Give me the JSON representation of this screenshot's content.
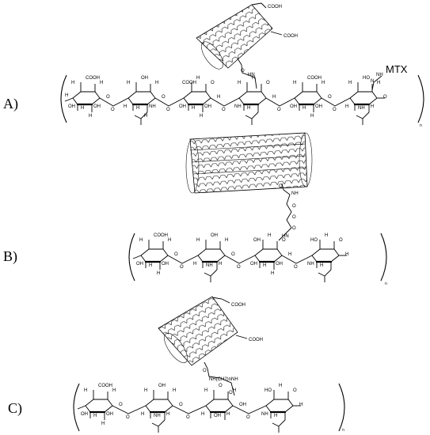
{
  "figure": {
    "panels": [
      {
        "letter": "A)",
        "tube": {
          "cooh_labels": [
            "COOH",
            "COOH"
          ]
        },
        "linker": [
          "O",
          "HN"
        ],
        "drug_label": "MTX",
        "drug_linker": [
          "NH",
          "N"
        ],
        "rings": [
          {
            "type": "GlcA",
            "labels": [
              "H",
              "COOH",
              "H",
              "O",
              "OH",
              "H",
              "OH",
              "H",
              "H"
            ]
          },
          {
            "type": "GlcNAc",
            "labels": [
              "H",
              "OH",
              "H",
              "O",
              "H",
              "H",
              "NH",
              "H"
            ]
          },
          {
            "type": "GlcA",
            "labels": [
              "COOH",
              "H",
              "O",
              "H",
              "OH",
              "H",
              "OH",
              "H"
            ]
          },
          {
            "type": "GlcNAc",
            "labels": [
              "H",
              "H",
              "O",
              "H",
              "NH",
              "H"
            ]
          },
          {
            "type": "GlcA",
            "labels": [
              "H",
              "COOH",
              "H",
              "O",
              "OH",
              "H",
              "OH",
              "H"
            ]
          },
          {
            "type": "GlcNAc",
            "labels": [
              "H",
              "HO",
              "H",
              "O",
              "H",
              "NH",
              "H"
            ]
          }
        ],
        "subscript": "n"
      },
      {
        "letter": "B)",
        "linker": [
          "O",
          "NH",
          "O",
          "O",
          "O",
          "HN"
        ],
        "rings": [
          {
            "type": "GlcA",
            "labels": [
              "H",
              "COOH",
              "H",
              "O",
              "OH",
              "H",
              "OH",
              "H"
            ]
          },
          {
            "type": "GlcNAc",
            "labels": [
              "H",
              "OH",
              "H",
              "O",
              "H",
              "NH",
              "H"
            ]
          },
          {
            "type": "GlcA",
            "labels": [
              "OH",
              "H",
              "O",
              "H",
              "OH",
              "H",
              "OH",
              "H"
            ]
          },
          {
            "type": "GlcNAc",
            "labels": [
              "HO",
              "H",
              "O",
              "H",
              "NH",
              "H"
            ]
          }
        ],
        "subscript": "n"
      },
      {
        "letter": "C)",
        "tube": {
          "cooh_labels": [
            "COOH",
            "COOH"
          ]
        },
        "linker": [
          "O",
          "NH(CH2)nNH",
          "O"
        ],
        "rings": [
          {
            "type": "GlcA",
            "labels": [
              "H",
              "COOH",
              "H",
              "O",
              "OH",
              "H",
              "OH",
              "H"
            ]
          },
          {
            "type": "GlcNAc",
            "labels": [
              "H",
              "OH",
              "H",
              "O",
              "H",
              "NH",
              "H"
            ]
          },
          {
            "type": "GlcA",
            "labels": [
              "H",
              "O",
              "H",
              "OH",
              "H",
              "OH",
              "H"
            ]
          },
          {
            "type": "GlcNAc",
            "labels": [
              "HO",
              "H",
              "O",
              "H",
              "NH",
              "H"
            ]
          }
        ],
        "subscript": "n"
      }
    ]
  }
}
